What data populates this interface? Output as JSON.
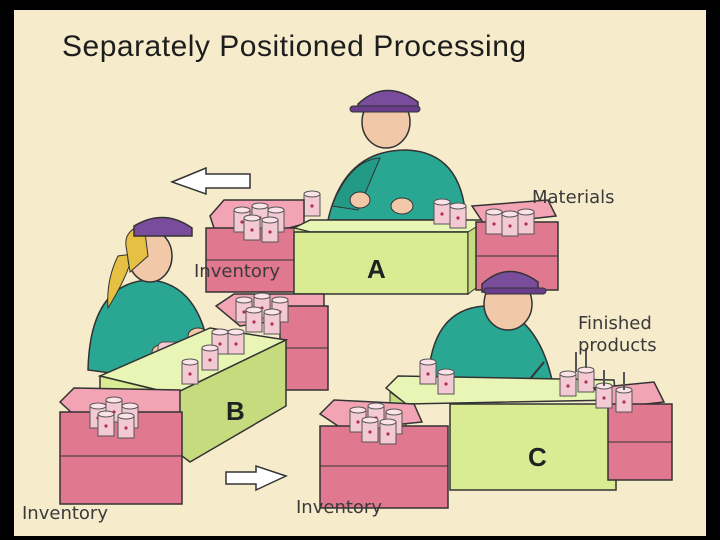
{
  "title": "Separately Positioned Processing",
  "labels": {
    "materials": "Materials",
    "inventory_top": "Inventory",
    "finished_line1": "Finished",
    "finished_line2": "products",
    "inventory_bottom_left": "Inventory",
    "inventory_bottom_center": "Inventory"
  },
  "stations": {
    "a": "A",
    "b": "B",
    "c": "C"
  },
  "colors": {
    "background": "#f6eccb",
    "table": "#d9ec94",
    "bin": "#e07890",
    "shirt": "#2aa792",
    "cap": "#7a4c9c",
    "cylinder": "#f3c9d3"
  }
}
